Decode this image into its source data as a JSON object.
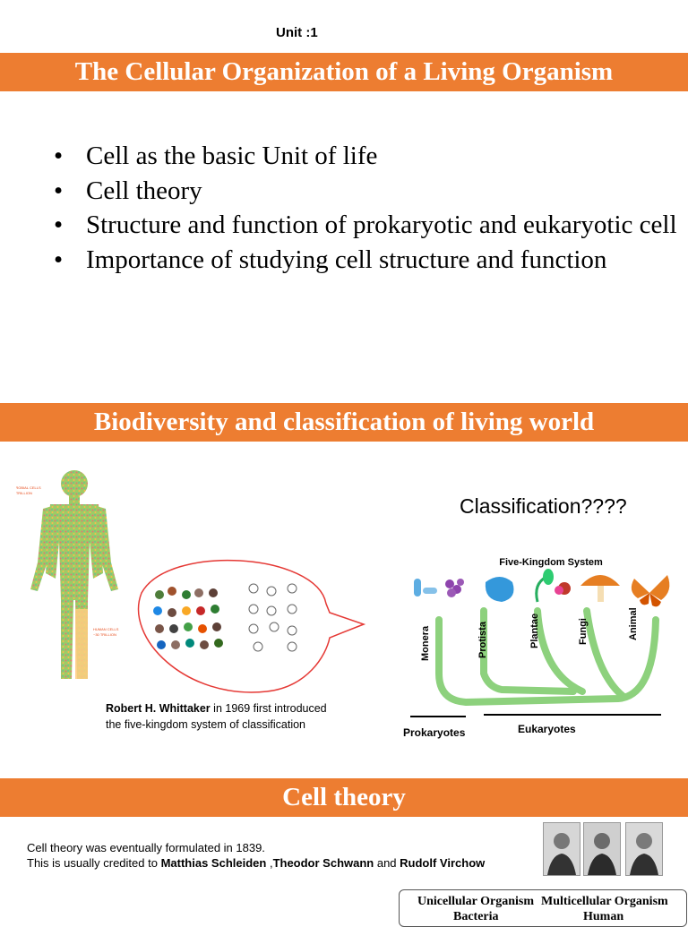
{
  "unit_label": "Unit :1",
  "section1": {
    "title": "The Cellular Organization of a Living Organism",
    "bullets": [
      "Cell as the basic Unit of life",
      "Cell theory",
      "Structure and function of prokaryotic and eukaryotic cell",
      "Importance of studying cell structure and function"
    ]
  },
  "section2": {
    "title": "Biodiversity and classification of living world",
    "classification_question": "Classification????",
    "tree_title": "Five-Kingdom System",
    "kingdoms": [
      "Monera",
      "Protista",
      "Plantae",
      "Fungi",
      "Animal"
    ],
    "prokaryotes_label": "Prokaryotes",
    "eukaryotes_label": "Eukaryotes",
    "caption_name": "Robert H. Whittaker",
    "caption_rest_line1": " in 1969  first introduced",
    "caption_line2": "the five-kingdom system of classification"
  },
  "section3": {
    "title": "Cell theory",
    "line1": "Cell theory was eventually formulated in 1839.",
    "line2_prefix": "This is usually credited to ",
    "scientist1": "Matthias Schleiden",
    "sep1": " ,",
    "scientist2": "Theodor Schwann",
    "sep2": " and ",
    "scientist3": "Rudolf Virchow",
    "table_col1": "Unicellular Organism",
    "table_col2": "Multicellular Organism",
    "table_row1": "Bacteria",
    "table_row2": "Human"
  },
  "colors": {
    "banner": "#ED7D31",
    "branch": "#8DD17D",
    "bubble": "#E53935"
  },
  "icons": [
    "bullet-dot",
    "human-body-illustration",
    "animal-collage-bubble",
    "portrait"
  ]
}
